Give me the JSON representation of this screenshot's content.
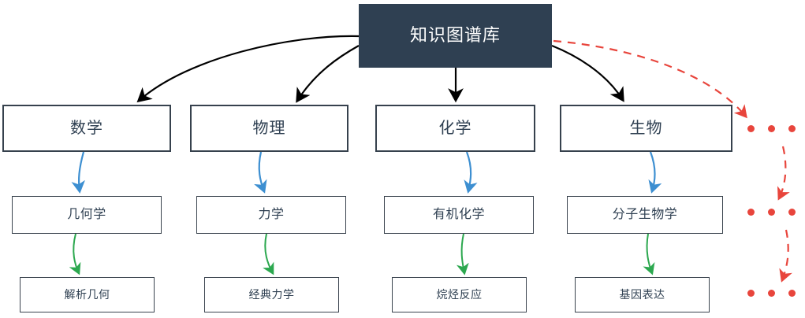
{
  "diagram": {
    "title": "知识图谱库",
    "colors": {
      "root_fill": "#2F4052",
      "root_text": "#FFFFFF",
      "node_border": "#36414D",
      "node_text": "#2F4052",
      "edge_root": "#000000",
      "edge_level2": "#3D8FD1",
      "edge_level3": "#2CA84F",
      "edge_more": "#E8453C",
      "dot": "#E8453C"
    },
    "root": {
      "label": "知识图谱库"
    },
    "level1": [
      {
        "label": "数学"
      },
      {
        "label": "物理"
      },
      {
        "label": "化学"
      },
      {
        "label": "生物"
      }
    ],
    "level2": [
      {
        "label": "几何学"
      },
      {
        "label": "力学"
      },
      {
        "label": "有机化学"
      },
      {
        "label": "分子生物学"
      }
    ],
    "level3": [
      {
        "label": "解析几何"
      },
      {
        "label": "经典力学"
      },
      {
        "label": "烷烃反应"
      },
      {
        "label": "基因表达"
      }
    ],
    "ellipsis_rows": [
      {
        "dots": 3
      },
      {
        "dots": 3
      },
      {
        "dots": 3
      }
    ]
  }
}
